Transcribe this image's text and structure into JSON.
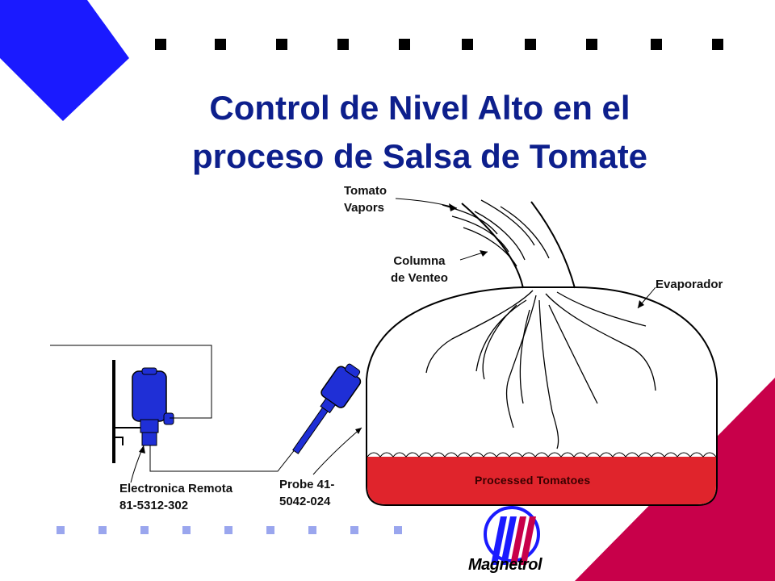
{
  "title": {
    "line1": "Control de Nivel Alto en el",
    "line2": "proceso de Salsa de Tomate"
  },
  "labels": {
    "tomato_vapors": [
      "Tomato",
      "Vapors"
    ],
    "columna_venteo": [
      "Columna",
      "de Venteo"
    ],
    "evaporador": "Evaporador",
    "processed_tomatoes": "Processed Tomatoes",
    "electronica": [
      "Electronica Remota",
      "81-5312-302"
    ],
    "probe": [
      "Probe 41-",
      "5042-024"
    ]
  },
  "logo": {
    "text": "Magnetrol"
  },
  "colors": {
    "title": "#0d1f8c",
    "accent_blue": "#1a1aff",
    "accent_magenta": "#c8004a",
    "liquid": "#e0242c",
    "device_blue": "#1f2fd6",
    "dot_blue": "#9aa6ee"
  }
}
